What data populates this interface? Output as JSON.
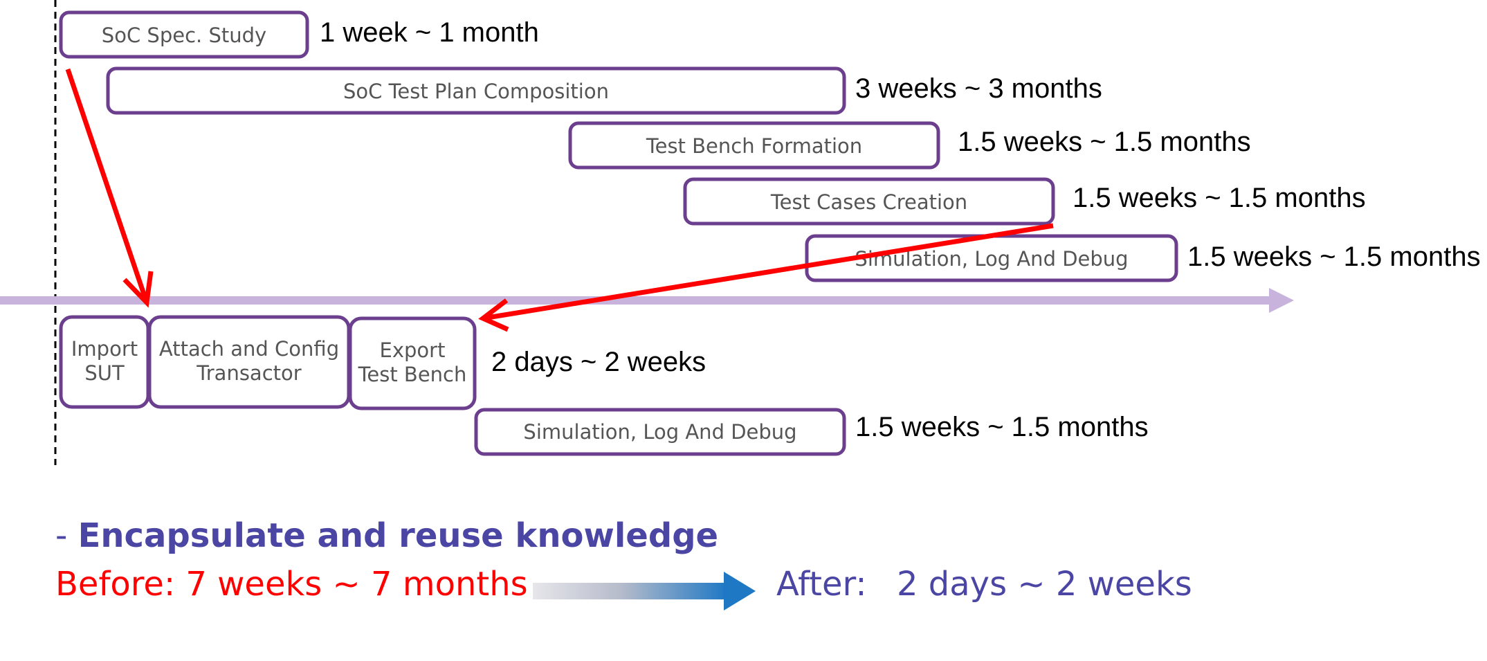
{
  "before_flow": [
    {
      "label_lines": [
        "SoC Spec. Study"
      ],
      "duration": "1 week ~ 1 month"
    },
    {
      "label_lines": [
        "SoC Test Plan Composition"
      ],
      "duration": "3 weeks ~ 3 months"
    },
    {
      "label_lines": [
        "Test Bench Formation"
      ],
      "duration": "1.5 weeks ~ 1.5 months"
    },
    {
      "label_lines": [
        "Test Cases Creation"
      ],
      "duration": "1.5 weeks ~ 1.5 months"
    },
    {
      "label_lines": [
        "Simulation, Log And Debug"
      ],
      "duration": "1.5 weeks ~ 1.5 months"
    }
  ],
  "after_flow": [
    {
      "label_lines": [
        "Import",
        "SUT"
      ]
    },
    {
      "label_lines": [
        "Attach and Config",
        "Transactor"
      ]
    },
    {
      "label_lines": [
        "Export",
        "Test Bench"
      ]
    }
  ],
  "after_flow_duration": "2 days ~ 2 weeks",
  "after_sim": {
    "label_lines": [
      "Simulation, Log And Debug"
    ],
    "duration": "1.5 weeks ~ 1.5 months"
  },
  "summary": {
    "dash": "- ",
    "headline": "Encapsulate and reuse knowledge",
    "before": "Before: 7 weeks ~ 7 months",
    "after_prefix": "After:",
    "after_value": "2 days ~ 2 weeks"
  },
  "colors": {
    "box_border": "#6b3f8e",
    "box_text": "#555555",
    "timeline": "#c8b3dc",
    "red_arrow": "#ff0000",
    "headline": "#4b46a3",
    "before": "#ff0000",
    "after": "#4b46a3",
    "gradient_start": "#e6e6ea",
    "gradient_end": "#1f78c4"
  }
}
